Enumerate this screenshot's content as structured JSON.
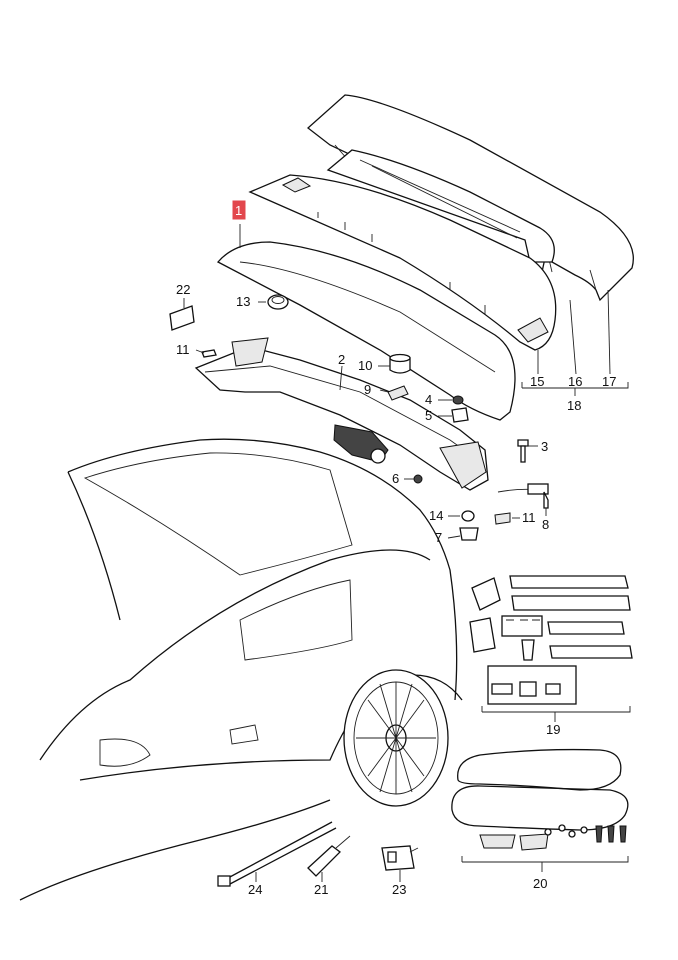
{
  "diagram": {
    "selected_callout": "1",
    "callouts": [
      {
        "id": "c1",
        "text": "1"
      },
      {
        "id": "c2",
        "text": "2"
      },
      {
        "id": "c3",
        "text": "3"
      },
      {
        "id": "c4",
        "text": "4"
      },
      {
        "id": "c5",
        "text": "5"
      },
      {
        "id": "c6",
        "text": "6"
      },
      {
        "id": "c7",
        "text": "7"
      },
      {
        "id": "c8",
        "text": "8"
      },
      {
        "id": "c9",
        "text": "9"
      },
      {
        "id": "c10",
        "text": "10"
      },
      {
        "id": "c11a",
        "text": "11"
      },
      {
        "id": "c11b",
        "text": "11"
      },
      {
        "id": "c13",
        "text": "13"
      },
      {
        "id": "c14",
        "text": "14"
      },
      {
        "id": "c15",
        "text": "15"
      },
      {
        "id": "c16",
        "text": "16"
      },
      {
        "id": "c17",
        "text": "17"
      },
      {
        "id": "c18",
        "text": "18"
      },
      {
        "id": "c19",
        "text": "19"
      },
      {
        "id": "c20",
        "text": "20"
      },
      {
        "id": "c21",
        "text": "21"
      },
      {
        "id": "c22",
        "text": "22"
      },
      {
        "id": "c23",
        "text": "23"
      },
      {
        "id": "c24",
        "text": "24"
      }
    ],
    "colors": {
      "line": "#111111",
      "highlight": "#e2474d",
      "background": "#ffffff"
    }
  }
}
